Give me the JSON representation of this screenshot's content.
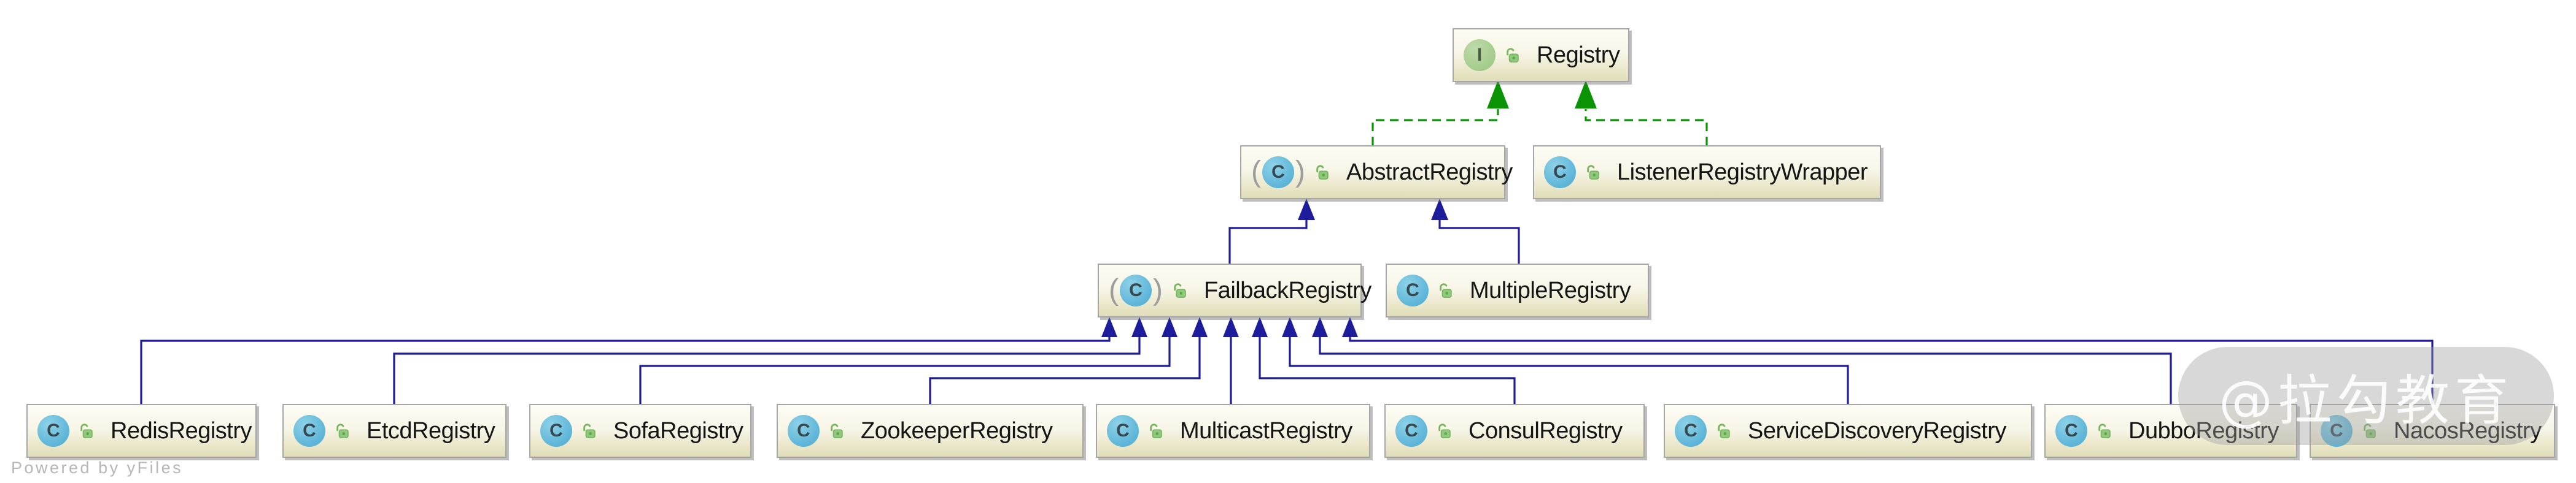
{
  "diagram_kind": "uml-class-inheritance-diagram",
  "nodes": [
    {
      "id": "registry",
      "label": "Registry",
      "kind": "interface",
      "icon_letter": "I",
      "visibility": "public"
    },
    {
      "id": "abstract-registry",
      "label": "AbstractRegistry",
      "kind": "abstract-class",
      "icon_letter": "C",
      "visibility": "public"
    },
    {
      "id": "listener-registry-wrapper",
      "label": "ListenerRegistryWrapper",
      "kind": "class",
      "icon_letter": "C",
      "visibility": "public"
    },
    {
      "id": "failback-registry",
      "label": "FailbackRegistry",
      "kind": "abstract-class",
      "icon_letter": "C",
      "visibility": "public"
    },
    {
      "id": "multiple-registry",
      "label": "MultipleRegistry",
      "kind": "class",
      "icon_letter": "C",
      "visibility": "public"
    },
    {
      "id": "redis-registry",
      "label": "RedisRegistry",
      "kind": "class",
      "icon_letter": "C",
      "visibility": "public"
    },
    {
      "id": "etcd-registry",
      "label": "EtcdRegistry",
      "kind": "class",
      "icon_letter": "C",
      "visibility": "public"
    },
    {
      "id": "sofa-registry",
      "label": "SofaRegistry",
      "kind": "class",
      "icon_letter": "C",
      "visibility": "public"
    },
    {
      "id": "zookeeper-registry",
      "label": "ZookeeperRegistry",
      "kind": "class",
      "icon_letter": "C",
      "visibility": "public"
    },
    {
      "id": "multicast-registry",
      "label": "MulticastRegistry",
      "kind": "class",
      "icon_letter": "C",
      "visibility": "public"
    },
    {
      "id": "consul-registry",
      "label": "ConsulRegistry",
      "kind": "class",
      "icon_letter": "C",
      "visibility": "public"
    },
    {
      "id": "service-discovery-registry",
      "label": "ServiceDiscoveryRegistry",
      "kind": "class",
      "icon_letter": "C",
      "visibility": "public"
    },
    {
      "id": "dubbo-registry",
      "label": "DubboRegistry",
      "kind": "class",
      "icon_letter": "C",
      "visibility": "public"
    },
    {
      "id": "nacos-registry",
      "label": "NacosRegistry",
      "kind": "class",
      "icon_letter": "C",
      "visibility": "public"
    }
  ],
  "edges": [
    {
      "from": "AbstractRegistry",
      "to": "Registry",
      "relation": "implements"
    },
    {
      "from": "ListenerRegistryWrapper",
      "to": "Registry",
      "relation": "implements"
    },
    {
      "from": "FailbackRegistry",
      "to": "AbstractRegistry",
      "relation": "extends"
    },
    {
      "from": "MultipleRegistry",
      "to": "AbstractRegistry",
      "relation": "extends"
    },
    {
      "from": "RedisRegistry",
      "to": "FailbackRegistry",
      "relation": "extends"
    },
    {
      "from": "EtcdRegistry",
      "to": "FailbackRegistry",
      "relation": "extends"
    },
    {
      "from": "SofaRegistry",
      "to": "FailbackRegistry",
      "relation": "extends"
    },
    {
      "from": "ZookeeperRegistry",
      "to": "FailbackRegistry",
      "relation": "extends"
    },
    {
      "from": "MulticastRegistry",
      "to": "FailbackRegistry",
      "relation": "extends"
    },
    {
      "from": "ConsulRegistry",
      "to": "FailbackRegistry",
      "relation": "extends"
    },
    {
      "from": "ServiceDiscoveryRegistry",
      "to": "FailbackRegistry",
      "relation": "extends"
    },
    {
      "from": "DubboRegistry",
      "to": "FailbackRegistry",
      "relation": "extends"
    },
    {
      "from": "NacosRegistry",
      "to": "FailbackRegistry",
      "relation": "extends"
    }
  ],
  "watermark": {
    "text": "@拉勾教育"
  },
  "footer": {
    "powered_by": "Powered by yFiles"
  },
  "colors": {
    "inheritance_edge": "#1d1d9c",
    "realization_edge": "#0b9306",
    "node_border": "#a6a6a6",
    "node_fill_top": "#fdfcf4",
    "node_fill_bottom": "#dfdcb9",
    "class_icon_bg": "#5db5d8",
    "interface_icon_bg": "#a4cc8b",
    "lock_icon_green": "#8fc97b",
    "label_text": "#151515",
    "powered_by_text": "#b6b6b6"
  }
}
